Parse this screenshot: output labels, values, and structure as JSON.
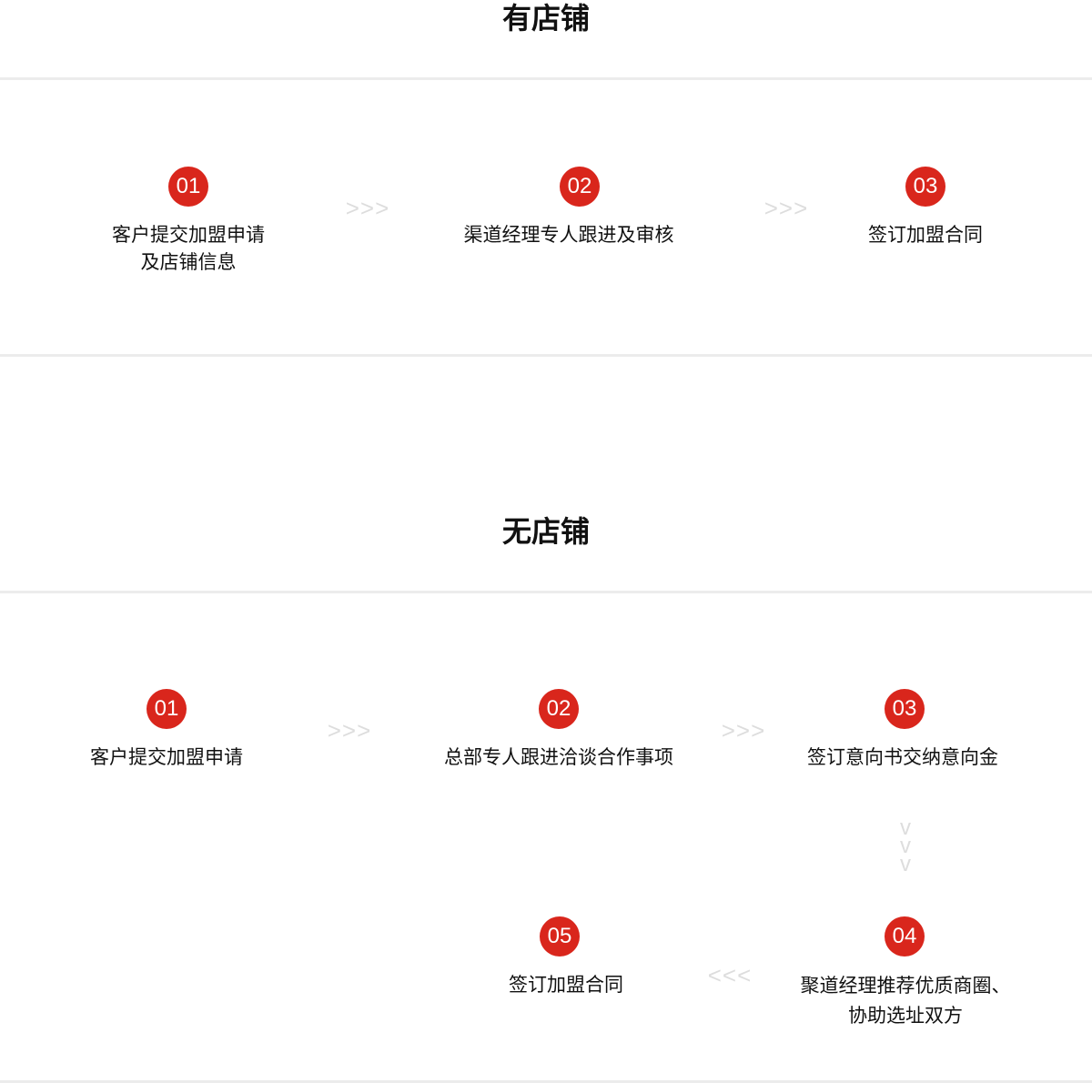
{
  "with_store": {
    "title": "有店铺",
    "steps": [
      {
        "num": "01",
        "label": "客户提交加盟申请",
        "label2": "及店铺信息"
      },
      {
        "num": "02",
        "label": "渠道经理专人跟进及审核"
      },
      {
        "num": "03",
        "label": "签订加盟合同"
      }
    ],
    "arrow": ">>>"
  },
  "without_store": {
    "title": "无店铺",
    "steps": [
      {
        "num": "01",
        "label": "客户提交加盟申请"
      },
      {
        "num": "02",
        "label": "总部专人跟进洽谈合作事项"
      },
      {
        "num": "03",
        "label": "签订意向书交纳意向金"
      },
      {
        "num": "04",
        "label": "聚道经理推荐优质商圈、",
        "label2": "协助选址双方"
      },
      {
        "num": "05",
        "label": "签订加盟合同"
      }
    ],
    "arrow_right": ">>>",
    "arrow_left": "<<<",
    "arrow_down": "v"
  },
  "colors": {
    "accent": "#d9261c",
    "divider": "#ececec",
    "arrow": "#dddddd"
  }
}
